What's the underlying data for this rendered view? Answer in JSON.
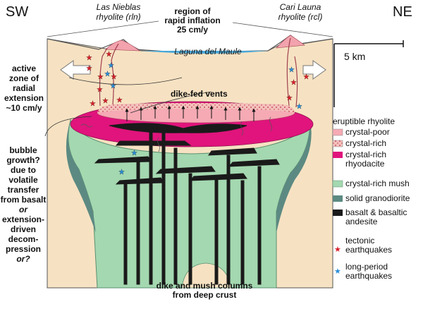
{
  "labels": {
    "sw": "SW",
    "ne": "NE",
    "las_nieblas_1": "Las Nieblas",
    "las_nieblas_2": "rhyolite (rln)",
    "cari_launa_1": "Cari Launa",
    "cari_launa_2": "rhyolite (rcl)",
    "inflation_1": "region of",
    "inflation_2": "rapid inflation",
    "inflation_3": "25 cm/y",
    "lake": "Laguna del Maule",
    "scale": "5 km",
    "active_1": "active",
    "active_2": "zone of",
    "active_3": "radial",
    "active_4": "extension",
    "active_5": "~10 cm/y",
    "vents": "dike-fed vents",
    "bubble_1": "bubble",
    "bubble_2": "growth?",
    "bubble_3": "due to",
    "bubble_4": "volatile",
    "bubble_5": "transfer",
    "bubble_6": "from basalt",
    "bubble_7": "or",
    "bubble_8": "extension-",
    "bubble_9": "driven",
    "bubble_10": "decom-",
    "bubble_11": "pression",
    "bubble_12": "or?",
    "bottom_1": "dike and mush columns",
    "bottom_2": "from deep crust"
  },
  "legend": {
    "heading": "eruptible rhyolite",
    "crystal_poor": "crystal-poor",
    "crystal_rich": "crystal-rich",
    "rhyodacite_1": "crystal-rich",
    "rhyodacite_2": "rhyodacite",
    "mush": "crystal-rich mush",
    "granodiorite": "solid granodiorite",
    "basalt_1": "basalt & basaltic",
    "basalt_2": "andesite",
    "tectonic_1": "tectonic",
    "tectonic_2": "earthquakes",
    "lp_1": "long-period",
    "lp_2": "earthquakes"
  },
  "colors": {
    "crust": "#f6e2c2",
    "crystal_poor": "#f5aab4",
    "crystal_rich": "#f4c4be",
    "rhyodacite": "#e0147c",
    "mush": "#a4d8b0",
    "granodiorite": "#5c8a82",
    "basalt": "#1a1a1a",
    "lake": "#4aa8d8",
    "tectonic_quake": "#d8202a",
    "lp_quake": "#2a8ed8"
  }
}
